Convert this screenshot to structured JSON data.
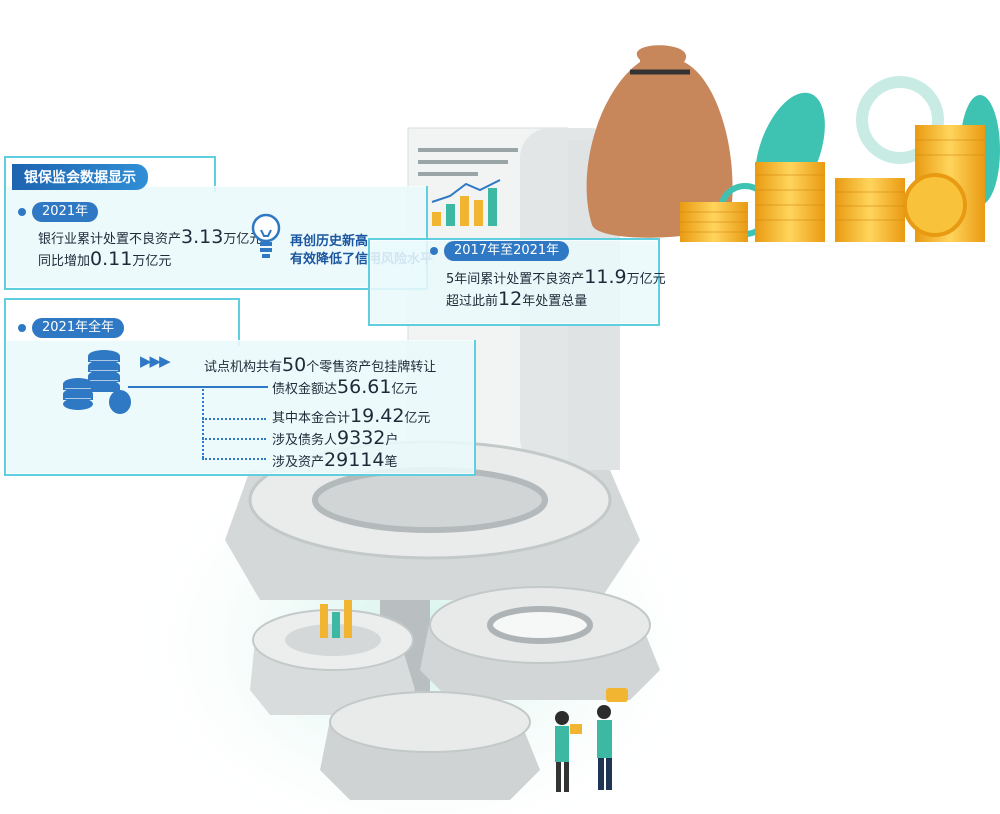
{
  "header": {
    "title": "银保监会数据显示"
  },
  "box1": {
    "year_label": "2021年",
    "line1_prefix": "银行业累计处置不良资产",
    "line1_value": "3.13",
    "line1_unit": "万亿元",
    "line2_prefix": "同比增加",
    "line2_value": "0.11",
    "line2_unit": "万亿元",
    "highlight_line1": "再创历史新高",
    "highlight_line2": "有效降低了信用风险水平"
  },
  "box2": {
    "period_label": "2017年至2021年",
    "line1_prefix": "5年间累计处置不良资产",
    "line1_value": "11.9",
    "line1_unit": "万亿元",
    "line2_prefix": "超过此前",
    "line2_value": "12",
    "line2_unit": "年处置总量"
  },
  "box3": {
    "year_label": "2021年全年",
    "arrows": "▶▶▶",
    "line1_prefix": "试点机构共有",
    "line1_value": "50",
    "line1_unit": "个零售资产包挂牌转让",
    "line2_prefix": "债权金额达",
    "line2_value": "56.61",
    "line2_unit": "亿元",
    "line3_prefix": "其中本金合计",
    "line3_value": "19.42",
    "line3_unit": "亿元",
    "line4_prefix": "涉及债务人",
    "line4_value": "9332",
    "line4_unit": "户",
    "line5_prefix": "涉及资产",
    "line5_value": "29114",
    "line5_unit": "笔"
  },
  "colors": {
    "accent": "#5fcfe0",
    "brand_blue": "#2f78c4",
    "gold": "#f2b531",
    "gear_gray": "#d9dcdd"
  }
}
